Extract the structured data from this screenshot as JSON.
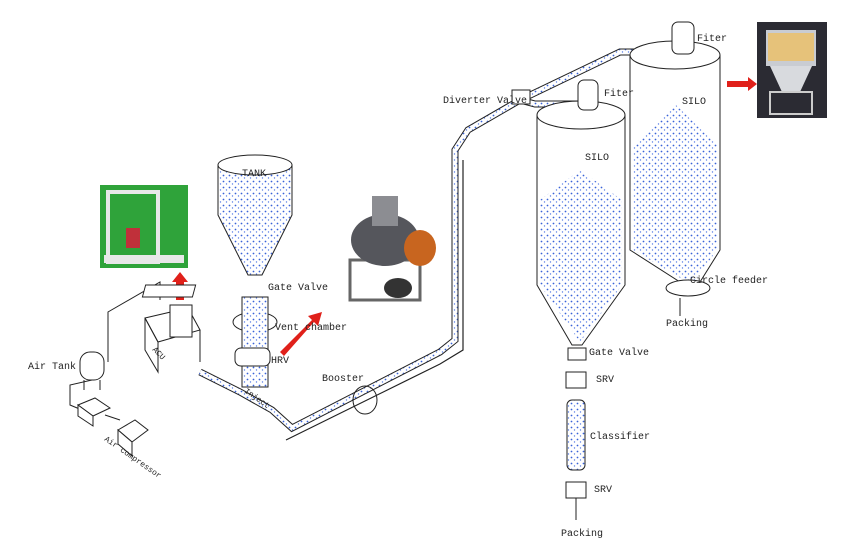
{
  "labels": {
    "filter_top": "Fiter",
    "diverter_valve": "Diverter Valve",
    "filter_mid": "Fiter",
    "silo_right": "SILO",
    "silo_left": "SILO",
    "tank": "TANK",
    "gate_valve_tank": "Gate Valve",
    "vent_chamber": "Vent chamber",
    "hrv": "HRV",
    "booster": "Booster",
    "acu": "ACU",
    "air_tank": "Air Tank",
    "inject": "Inject",
    "air_compressor": "Air compressor",
    "circle_feeder": "Circle feeder",
    "packing_right": "Packing",
    "gate_valve_silo": "Gate Valve",
    "srv_top": "SRV",
    "classifier": "Classifier",
    "srv_bottom": "SRV",
    "packing_bottom": "Packing"
  },
  "colors": {
    "powder": "#3a63d8",
    "arrow": "#e0201a",
    "line": "#222222"
  }
}
